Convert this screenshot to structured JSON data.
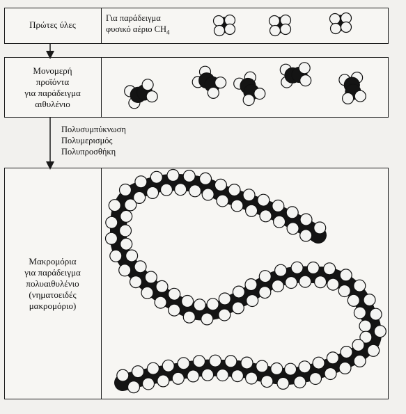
{
  "raw_materials": {
    "label": "Πρώτες ύλες",
    "example_line1": "Για παράδειγμα",
    "example_line2": "φυσικό αέριο CH",
    "example_sub": "4"
  },
  "monomers": {
    "line1": "Μονομερή",
    "line2": "προϊόντα",
    "line3": "για παράδειγμα",
    "line4": "αιθυλένιο"
  },
  "processes": [
    "Πολυσυμπύκνωση",
    "Πολυμερισμός",
    "Πολυπροσθήκη"
  ],
  "macromolecules": {
    "line1": "Μακρομόρια",
    "line2": "για παράδειγμα",
    "line3": "πολυαιθυλένιο",
    "line4": "(νηματοειδές",
    "line5": "μακρομόριο)"
  },
  "colors": {
    "line": "#1a1a1a",
    "atom_light": "#f4f4f2",
    "atom_dark": "#141414",
    "background": "#f2f1ee"
  }
}
